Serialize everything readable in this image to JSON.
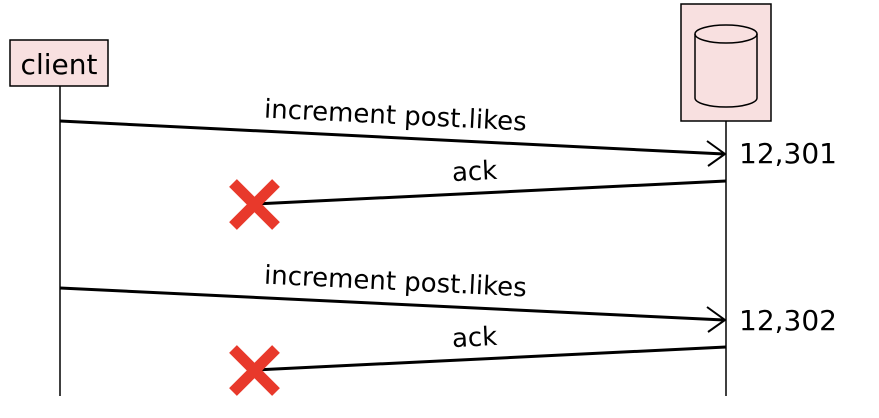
{
  "participants": {
    "client": {
      "label": "client"
    },
    "database": {
      "icon": "database-icon"
    }
  },
  "messages": [
    {
      "label": "increment post.likes",
      "direction": "client-to-database"
    },
    {
      "label": "ack",
      "direction": "database-to-client",
      "lost": true
    },
    {
      "label": "increment post.likes",
      "direction": "client-to-database"
    },
    {
      "label": "ack",
      "direction": "database-to-client",
      "lost": true
    }
  ],
  "db_values": [
    "12,301",
    "12,302"
  ],
  "colors": {
    "participant_fill": "#f8e0e0",
    "line": "#000000",
    "failure_mark": "#e8392b"
  }
}
